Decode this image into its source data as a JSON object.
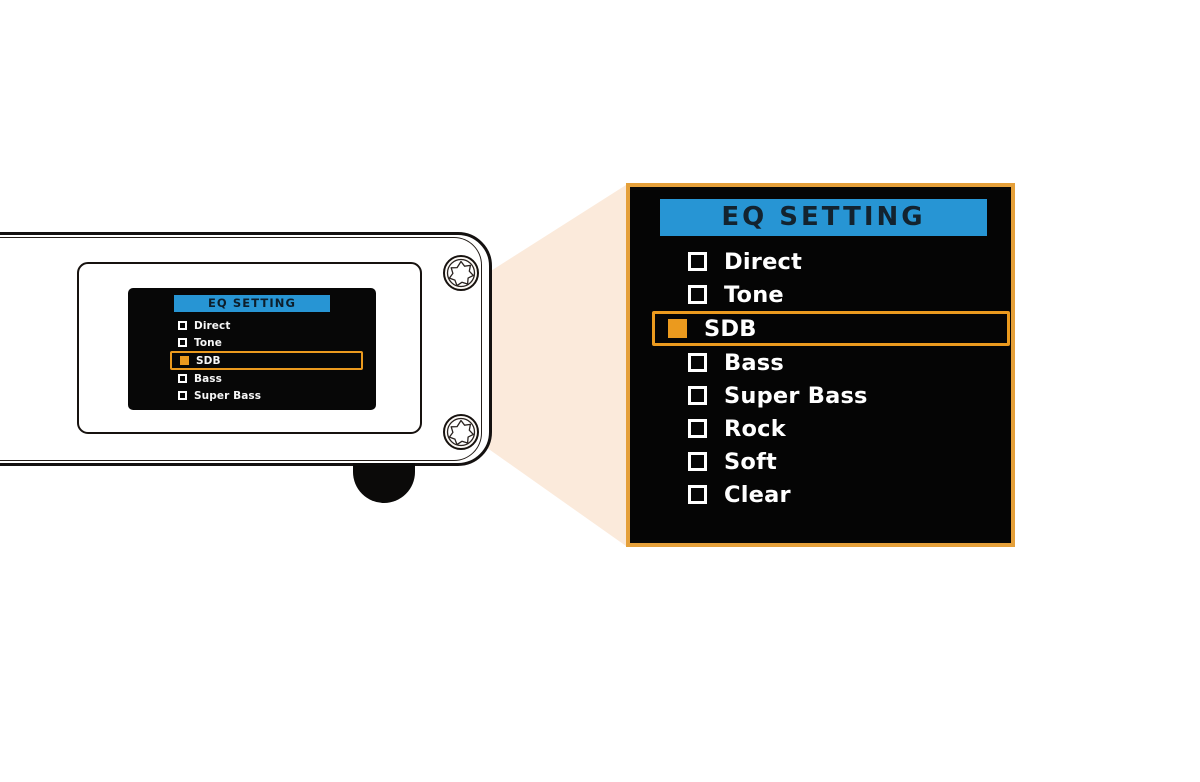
{
  "colors": {
    "accent_orange": "#eb9a1e",
    "panel_border_orange": "#e5a03a",
    "header_blue": "#2795d4",
    "screen_black": "#050505",
    "fan_cream": "#fbeadb",
    "fan_shadow": "#3a2a10",
    "text_white": "#ffffff",
    "device_white": "#ffffff",
    "outline_black": "#141110"
  },
  "device": {
    "name": "audio-player-device",
    "screen": {
      "header": "EQ SETTING",
      "items": [
        {
          "label": "Direct",
          "checked": false,
          "selected": false
        },
        {
          "label": "Tone",
          "checked": false,
          "selected": false
        },
        {
          "label": "SDB",
          "checked": true,
          "selected": true
        },
        {
          "label": "Bass",
          "checked": false,
          "selected": false
        },
        {
          "label": "Super Bass",
          "checked": false,
          "selected": false
        }
      ]
    },
    "screws": [
      {
        "name": "torx-screw-top"
      },
      {
        "name": "torx-screw-bottom"
      }
    ],
    "foot": {
      "name": "device-foot-knob"
    }
  },
  "panel": {
    "header": "EQ SETTING",
    "items": [
      {
        "label": "Direct",
        "checked": false,
        "selected": false
      },
      {
        "label": "Tone",
        "checked": false,
        "selected": false
      },
      {
        "label": "SDB",
        "checked": true,
        "selected": true
      },
      {
        "label": "Bass",
        "checked": false,
        "selected": false
      },
      {
        "label": "Super Bass",
        "checked": false,
        "selected": false
      },
      {
        "label": "Rock",
        "checked": false,
        "selected": false
      },
      {
        "label": "Soft",
        "checked": false,
        "selected": false
      },
      {
        "label": "Clear",
        "checked": false,
        "selected": false
      }
    ]
  }
}
